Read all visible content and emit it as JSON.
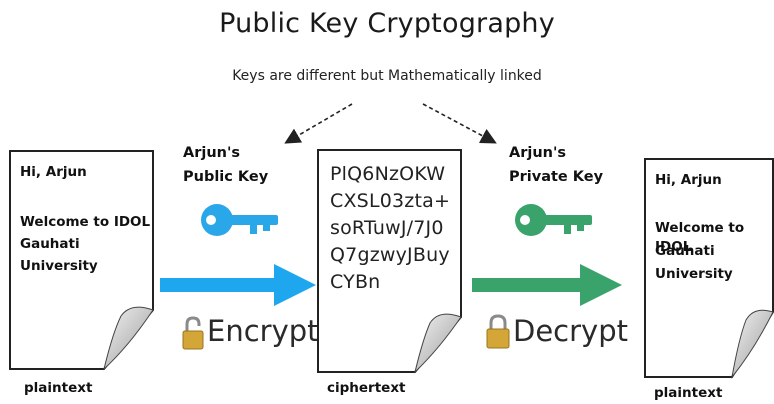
{
  "title": "Public Key Cryptography",
  "subtitle": "Keys are different but Mathematically linked",
  "left_doc": {
    "greeting": "Hi, Arjun",
    "lines": [
      "Welcome to IDOL",
      "Gauhati",
      "University"
    ],
    "caption": "plaintext"
  },
  "middle_doc": {
    "lines": [
      "PlQ6NzOKW",
      "CXSL03zta+",
      "soRTuwJ/7J0",
      "Q7gzwyJBuy",
      "CYBn"
    ],
    "caption": "ciphertext"
  },
  "right_doc": {
    "greeting": "Hi, Arjun",
    "lines": [
      "Welcome to IDOL",
      "Gauhati",
      "University"
    ],
    "caption": "plaintext"
  },
  "public_key": {
    "label_line1": "Arjun's",
    "label_line2": "Public Key",
    "color": "#2aa7e8",
    "icon": "key-icon"
  },
  "private_key": {
    "label_line1": "Arjun's",
    "label_line2": "Private Key",
    "color": "#3aa36b",
    "icon": "key-icon"
  },
  "encrypt": {
    "label": "Encrypt",
    "icon": "unlocked-padlock-icon",
    "arrow_color": "#1ea7ef"
  },
  "decrypt": {
    "label": "Decrypt",
    "icon": "locked-padlock-icon",
    "arrow_color": "#3aa36b"
  }
}
